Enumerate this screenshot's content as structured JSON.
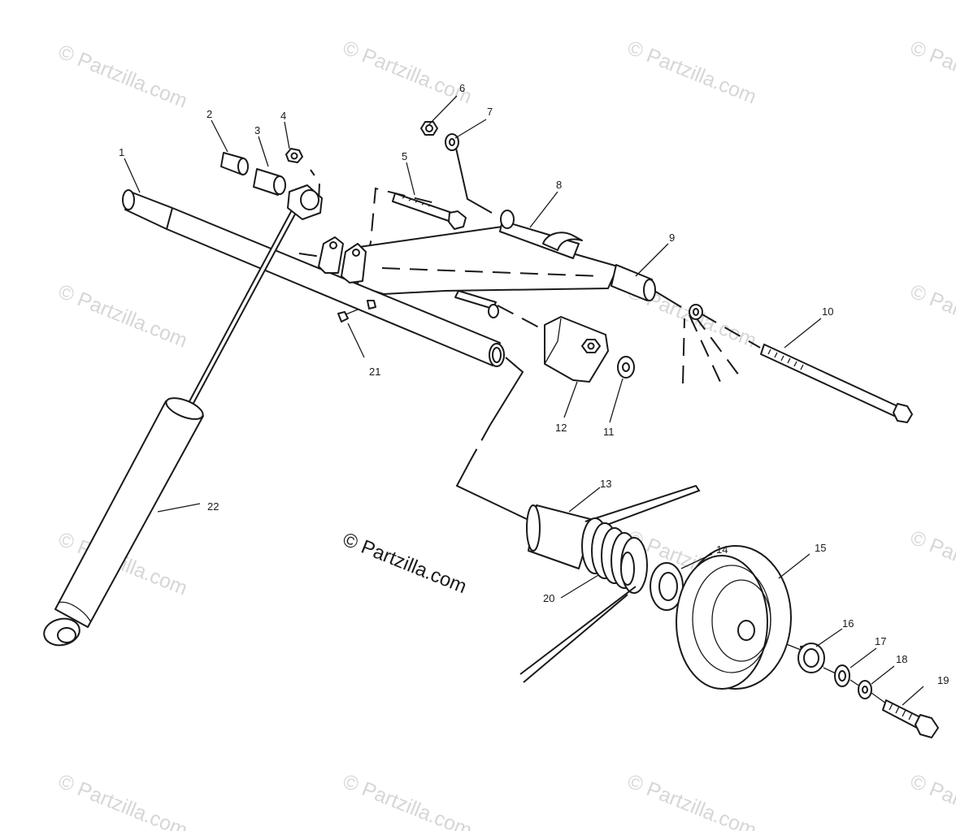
{
  "watermark": "© Partzilla.com",
  "brand_mark": "© Partzilla.com",
  "colors": {
    "ink": "#1a1a1a",
    "watermark": "#d6d6d6",
    "background": "#ffffff"
  },
  "callouts": [
    "1",
    "2",
    "3",
    "4",
    "5",
    "6",
    "7",
    "8",
    "9",
    "10",
    "11",
    "12",
    "13",
    "14",
    "15",
    "16",
    "17",
    "18",
    "19",
    "20",
    "21",
    "22"
  ]
}
